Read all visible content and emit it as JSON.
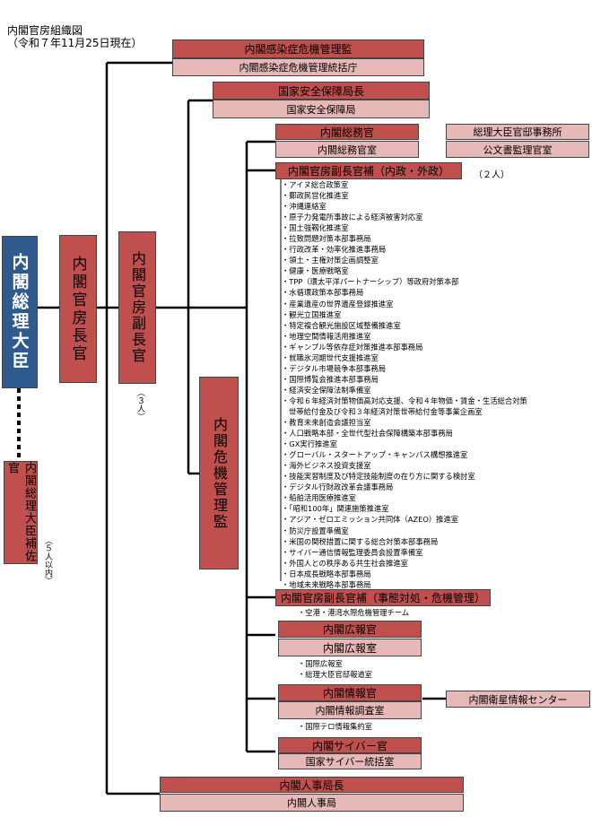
{
  "header": {
    "title": "内閣官房組織図",
    "date": "（令和７年11月25日現在）"
  },
  "left": {
    "prime_minister": "内閣総理大臣",
    "pm_assistant": "内閣総理大臣補佐官",
    "pm_assistant_note": "（５人以内）",
    "chief_cabinet_secretary": "内閣官房長官",
    "deputy_chief": "内閣官房副長官",
    "deputy_chief_note": "（３人）",
    "crisis_manager": "内閣危機管理監"
  },
  "top_units": {
    "infection_head": "内閣感染症危機管理監",
    "infection_office": "内閣感染症危機管理統括庁",
    "security_head": "国家安全保障局長",
    "security_office": "国家安全保障局",
    "affairs_head": "内閣総務官",
    "affairs_office": "内閣総務官室",
    "pm_office": "総理大臣官邸事務所",
    "archives": "公文書監理官室"
  },
  "assistant_domestic": {
    "label": "内閣官房副長官補（内政・外政）",
    "count": "（２人）",
    "items": [
      "・アイヌ総合政策室",
      "・郵政民営化推進室",
      "・沖縄連絡室",
      "・原子力発電所事故による経済被害対応室",
      "・国土強靱化推進室",
      "・拉致問題対策本部事務局",
      "・行政改革・効率化推進事務局",
      "・領土・主権対策企画調整室",
      "・健康・医療戦略室",
      "・TPP（環太平洋パートナーシップ）等政府対策本部",
      "・水循環政策本部事務局",
      "・産業遺産の世界遺産登録推進室",
      "・観光立国推進室",
      "・特定複合観光施設区域整備推進室",
      "・地理空間情報活用推進室",
      "・ギャンブル等依存症対策推進本部事務局",
      "・就職氷河期世代支援推進室",
      "・デジタル市場競争本部事務局",
      "・国際博覧会推進本部事務局",
      "・経済安全保障法制準備室",
      "・令和６年経済対策物価高対応支援、令和４年物価・賃金・生活総合対策",
      "世帯給付金及び令和３年経済対策世帯給付金等事業企画室",
      "・教育未来創造会議担当室",
      "・人口戦略本部・全世代型社会保障構築本部事務局",
      "・GX実行推進室",
      "・グローバル・スタートアップ・キャンパス構想推進室",
      "・海外ビジネス投資支援室",
      "・技能実習制度及び特定技能制度の在り方に関する検討室",
      "・デジタル行財政改革会議事務局",
      "・船舶活用医療推進室",
      "・「昭和100年」関連施策推進室",
      "・アジア・ゼロエミッション共同体（AZEO）推進室",
      "・防災庁設置準備室",
      "・米国の関税措置に関する総合対策本部事務局",
      "・サイバー通信情報監理委員会設置準備室",
      "・外国人との秩序ある共生社会推進室",
      "・日本成長戦略本部事務局",
      "・地域未来戦略本部事務局"
    ]
  },
  "assistant_crisis": {
    "label": "内閣官房副長官補（事態対処・危機管理）",
    "items": [
      "・空港・港湾水際危機管理チーム"
    ]
  },
  "public_relations": {
    "head": "内閣広報官",
    "office": "内閣広報室",
    "items": [
      "・国際広報室",
      "・総理大臣官邸報道室"
    ]
  },
  "intelligence": {
    "head": "内閣情報官",
    "office": "内閣情報調査室",
    "satellite": "内閣衛星情報センター",
    "items": [
      "・国際テロ情報集約室"
    ]
  },
  "cyber": {
    "head": "内閣サイバー官",
    "office": "国家サイバー統括室"
  },
  "personnel": {
    "head": "内閣人事局長",
    "office": "内閣人事局"
  }
}
